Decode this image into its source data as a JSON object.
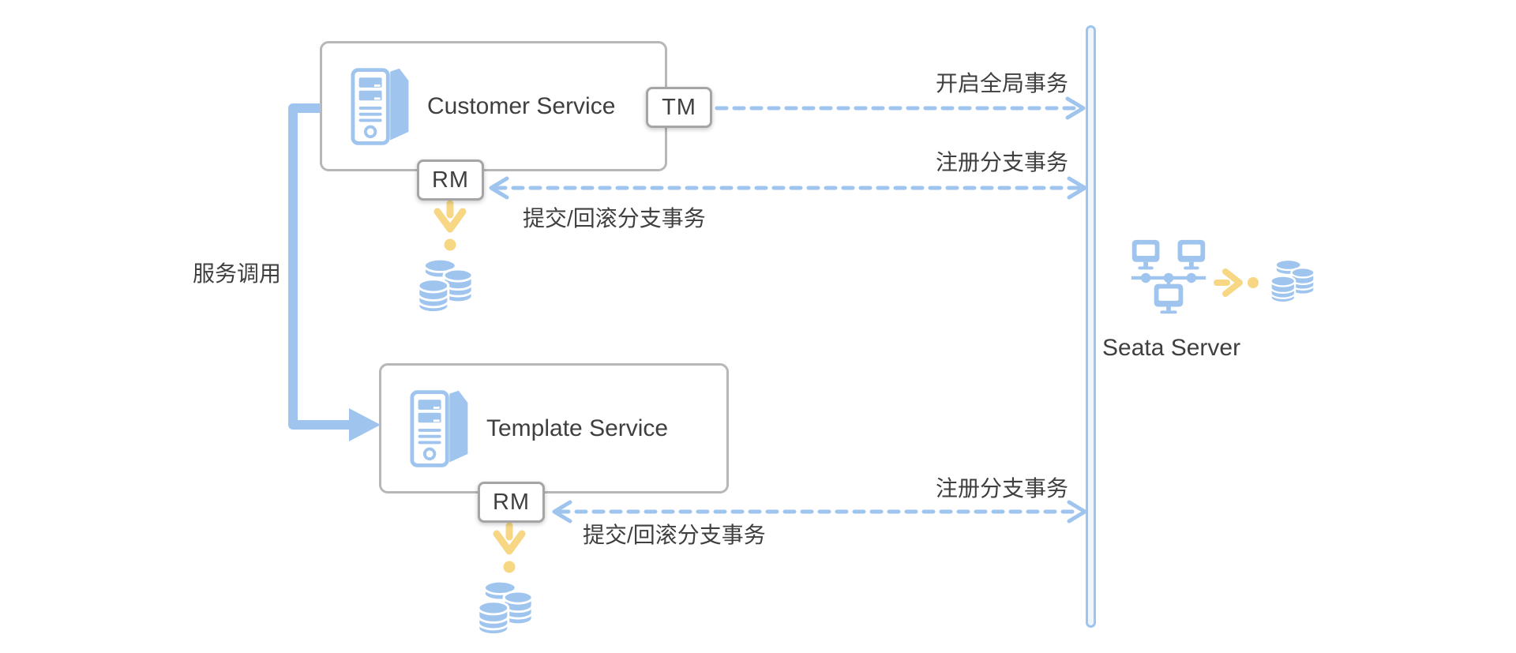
{
  "colors": {
    "blue": "#9fc5ef",
    "yellow": "#f7d784",
    "text": "#3f3f3f",
    "box-border": "#b7b7b7",
    "badge-border": "#a5a5a5"
  },
  "nodes": {
    "customer": {
      "title": "Customer Service",
      "tm_badge": "TM",
      "rm_badge": "RM"
    },
    "template": {
      "title": "Template Service",
      "rm_badge": "RM"
    },
    "seata": {
      "label": "Seata Server"
    }
  },
  "edges": {
    "open_global": {
      "label": "开启全局事务"
    },
    "register_branch_top": {
      "label": "注册分支事务"
    },
    "commit_rollback_top": {
      "label": "提交/回滚分支事务"
    },
    "register_branch_bottom": {
      "label": "注册分支事务"
    },
    "commit_rollback_bottom": {
      "label": "提交/回滚分支事务"
    },
    "service_call": {
      "label": "服务调用"
    }
  },
  "icons": [
    "server-icon",
    "database-icon",
    "cluster-icon",
    "yellow-down-arrow-icon",
    "yellow-right-arrow-icon",
    "dashed-arrow-icon",
    "service-call-arrow-icon",
    "lifeline-bar"
  ]
}
